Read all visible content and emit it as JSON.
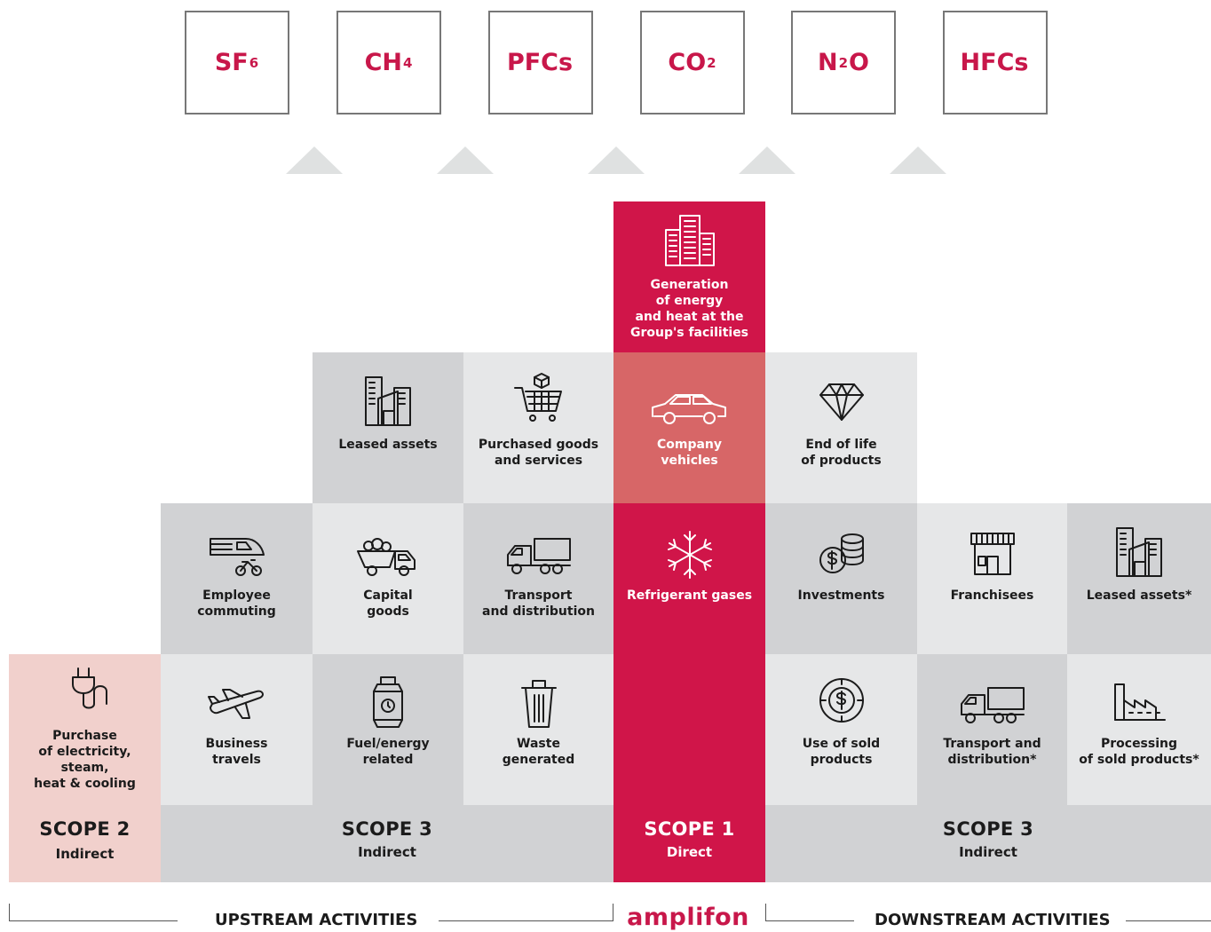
{
  "gases": [
    {
      "base": "SF",
      "sub": "6",
      "tail": ""
    },
    {
      "base": "CH",
      "sub": "4",
      "tail": ""
    },
    {
      "base": "PFCs",
      "sub": "",
      "tail": ""
    },
    {
      "base": "CO",
      "sub": "2",
      "tail": ""
    },
    {
      "base": "N",
      "sub": "2",
      "tail": "O"
    },
    {
      "base": "HFCs",
      "sub": "",
      "tail": ""
    }
  ],
  "cells": {
    "generation": "Generation\nof energy\nand heat at the\nGroup's facilities",
    "leased_assets_up": "Leased assets",
    "purchased_goods": "Purchased goods\nand services",
    "company_vehicles": "Company\nvehicles",
    "end_of_life": "End of life\nof products",
    "employee_commuting": "Employee\ncommuting",
    "capital_goods": "Capital\ngoods",
    "transport_up": "Transport\nand distribution",
    "refrigerant": "Refrigerant gases",
    "investments": "Investments",
    "franchisees": "Franchisees",
    "leased_assets_down": "Leased assets*",
    "purchase_electricity": "Purchase\nof electricity,\nsteam,\nheat & cooling",
    "business_travels": "Business\ntravels",
    "fuel_energy": "Fuel/energy\nrelated",
    "waste": "Waste\ngenerated",
    "use_sold": "Use of sold\nproducts",
    "transport_down": "Transport and\ndistribution*",
    "processing": "Processing\nof sold products*"
  },
  "scopes": {
    "scope2": {
      "title": "SCOPE 2",
      "sub": "Indirect"
    },
    "scope3_up": {
      "title": "SCOPE 3",
      "sub": "Indirect"
    },
    "scope1": {
      "title": "SCOPE 1",
      "sub": "Direct"
    },
    "scope3_down": {
      "title": "SCOPE 3",
      "sub": "Indirect"
    }
  },
  "bands": {
    "upstream": "UPSTREAM ACTIVITIES",
    "downstream": "DOWNSTREAM ACTIVITIES",
    "logo": "amplifon"
  },
  "colors": {
    "brand_red": "#d01549",
    "rose": "#d76667",
    "pink": "#f1d0cc",
    "light_grey": "#e6e7e8",
    "mid_grey": "#d1d2d4"
  },
  "icons": [
    "building-icon",
    "office-building-icon",
    "shopping-cart-icon",
    "car-icon",
    "diamond-icon",
    "train-bike-icon",
    "dump-truck-icon",
    "truck-icon",
    "snowflake-icon",
    "coins-icon",
    "shop-icon",
    "plug-icon",
    "airplane-icon",
    "gas-cylinder-icon",
    "trash-bin-icon",
    "dollar-circle-icon",
    "factory-icon"
  ]
}
